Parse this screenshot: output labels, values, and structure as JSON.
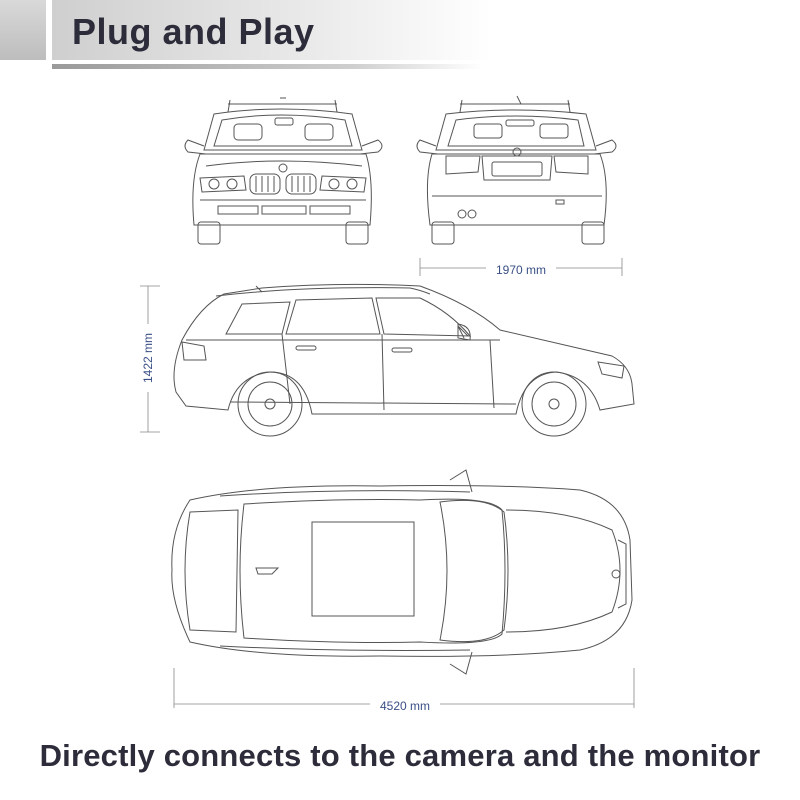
{
  "header": {
    "title": "Plug and Play"
  },
  "dimensions": {
    "width_label": "1970 mm",
    "height_label": "1422 mm",
    "length_label": "4520 mm"
  },
  "footer": {
    "caption": "Directly connects to the camera and the monitor"
  },
  "colors": {
    "title_text": "#2c2c3a",
    "dimension_text": "#3a4f86",
    "line_art": "#555555"
  }
}
